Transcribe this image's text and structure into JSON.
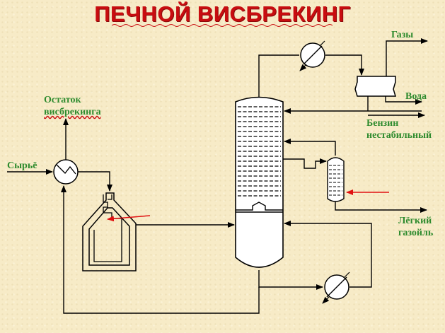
{
  "title": "ПЕЧНОЙ ВИСБРЕКИНГ",
  "labels": {
    "residue_line1": "Остаток",
    "residue_line2": "висбрекинга",
    "feed": "Сырьё",
    "gases": "Газы",
    "water": "Вода",
    "naphtha_line1": "Бензин",
    "naphtha_line2": "нестабильный",
    "gasoil_line1": "Лёгкий",
    "gasoil_line2": "газойль"
  },
  "colors": {
    "title": "#c80d10",
    "labels": "#2e8b2e",
    "lines": "#000000",
    "heat_arrows": "#e01010",
    "background": "#f7ebc7"
  }
}
